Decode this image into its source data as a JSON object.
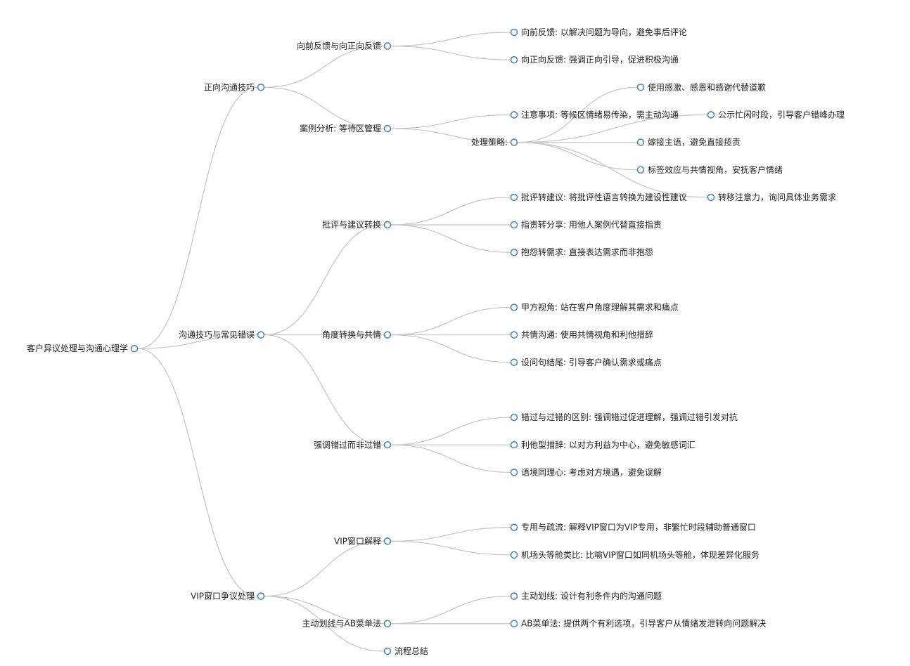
{
  "mindmap": {
    "root": {
      "label": "客户异议处理与沟通心理学",
      "children": [
        {
          "label": "正向沟通技巧",
          "children": [
            {
              "label": "向前反馈与向正向反馈",
              "children": [
                {
                  "label": "向前反馈: 以解决问题为导向，避免事后评论"
                },
                {
                  "label": "向正向反馈: 强调正向引导，促进积极沟通"
                }
              ]
            },
            {
              "label": "案例分析: 等待区管理",
              "children": [
                {
                  "label": "注意事项: 等候区情绪易传染，需主动沟通"
                },
                {
                  "label": "处理策略:",
                  "children": [
                    {
                      "label": "使用感激、感恩和感谢代替道歉"
                    },
                    {
                      "label": "公示忙闲时段，引导客户错峰办理"
                    },
                    {
                      "label": "嫁接主语，避免直接揽责"
                    },
                    {
                      "label": "标签效应与共情视角，安抚客户情绪"
                    },
                    {
                      "label": "转移注意力，询问具体业务需求"
                    }
                  ]
                }
              ]
            }
          ]
        },
        {
          "label": "沟通技巧与常见错误",
          "children": [
            {
              "label": "批评与建议转换",
              "children": [
                {
                  "label": "批评转建议: 将批评性语言转换为建设性建议"
                },
                {
                  "label": "指责转分享: 用他人案例代替直接指责"
                },
                {
                  "label": "抱怨转需求: 直接表达需求而非抱怨"
                }
              ]
            },
            {
              "label": "角度转换与共情",
              "children": [
                {
                  "label": "甲方视角: 站在客户角度理解其需求和痛点"
                },
                {
                  "label": "共情沟通: 使用共情视角和利他措辞"
                },
                {
                  "label": "设问句结尾: 引导客户确认需求或痛点"
                }
              ]
            },
            {
              "label": "强调错过而非过错",
              "children": [
                {
                  "label": "错过与过错的区别: 强调错过促进理解，强调过错引发对抗"
                },
                {
                  "label": "利他型措辞: 以对方利益为中心，避免敏感词汇"
                },
                {
                  "label": "语境同理心: 考虑对方境遇，避免误解"
                }
              ]
            }
          ]
        },
        {
          "label": "VIP窗口争议处理",
          "children": [
            {
              "label": "VIP窗口解释",
              "children": [
                {
                  "label": "专用与疏流: 解释VIP窗口为VIP专用，非繁忙时段辅助普通窗口"
                },
                {
                  "label": "机场头等舱类比: 比喻VIP窗口如同机场头等舱，体现差异化服务"
                }
              ]
            },
            {
              "label": "主动划线与AB菜单法",
              "children": [
                {
                  "label": "主动划线: 设计有利条件内的沟通问题"
                },
                {
                  "label": "AB菜单法: 提供两个有利选项，引导客户从情绪发泄转向问题解决"
                }
              ]
            },
            {
              "label": "流程总结"
            }
          ]
        }
      ]
    }
  },
  "colors": {
    "node_stroke": "#4d89b9",
    "link": "#c8c8c8",
    "text": "#222222"
  }
}
